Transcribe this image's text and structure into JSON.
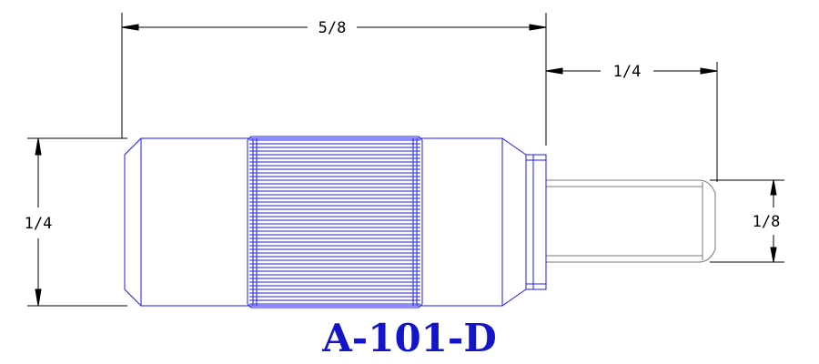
{
  "drawing": {
    "part_number": "A-101-D",
    "colors": {
      "body_outline": "#1a1aff",
      "shaft_outline": "#7a7a7a",
      "dimension_line": "#000000",
      "part_number": "#1414c8"
    },
    "dimensions": {
      "overall_length": "5/8",
      "shaft_length": "1/4",
      "body_diameter": "1/4",
      "shaft_diameter": "1/8"
    }
  }
}
